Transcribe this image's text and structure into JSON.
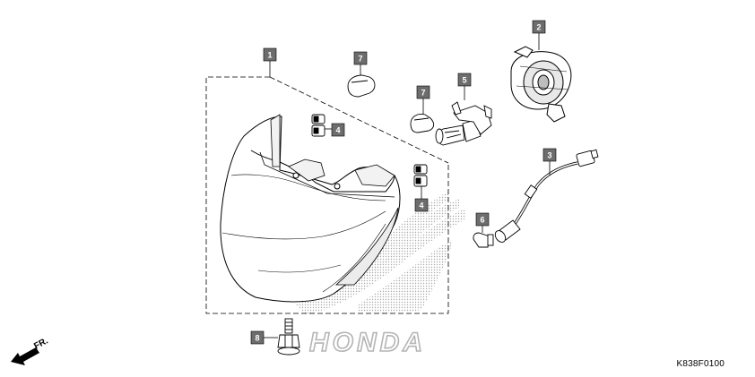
{
  "callouts": {
    "c1": "1",
    "c2": "2",
    "c3": "3",
    "c4a": "4",
    "c4b": "4",
    "c5": "5",
    "c6": "6",
    "c7a": "7",
    "c7b": "7",
    "c8": "8"
  },
  "direction_label": "FR.",
  "watermark_text": "HONDA",
  "diagram_code": "K838F0100",
  "colors": {
    "callout_fill": "#6d6d6d",
    "line": "#000000",
    "watermark": "#bfbfbf"
  }
}
